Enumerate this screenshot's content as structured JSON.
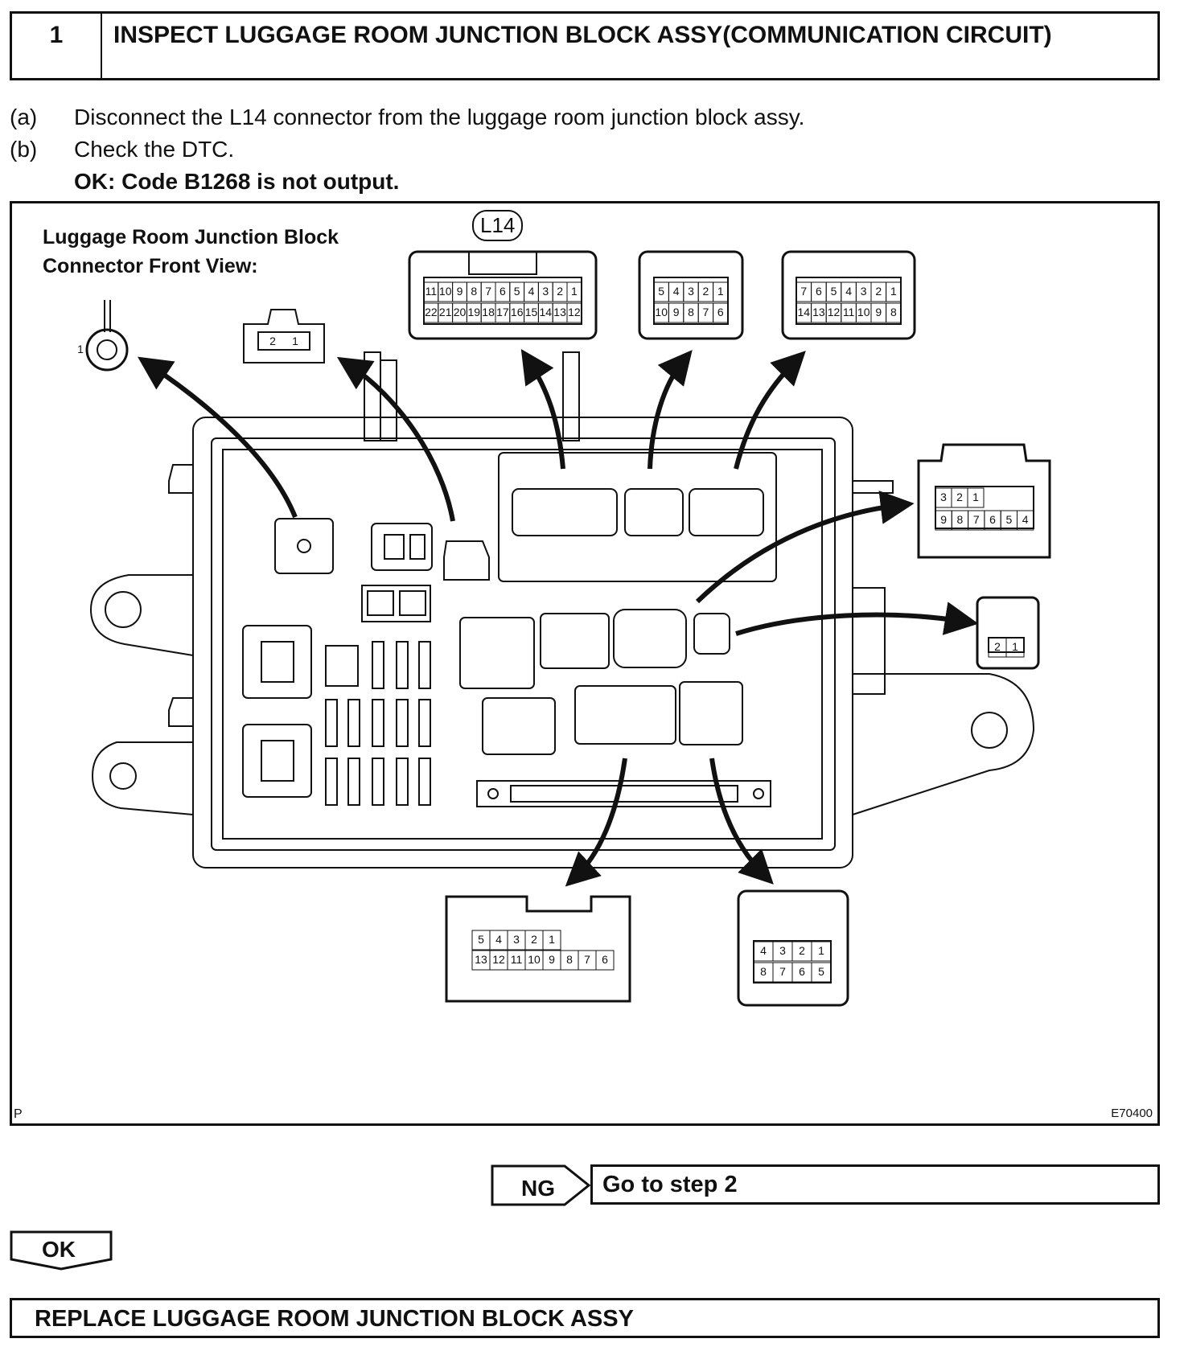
{
  "step": {
    "number": "1",
    "title": "INSPECT LUGGAGE ROOM JUNCTION BLOCK ASSY(COMMUNICATION CIRCUIT)"
  },
  "instructions": [
    {
      "label": "(a)",
      "text": "Disconnect the L14 connector from the luggage room junction block assy."
    },
    {
      "label": "(b)",
      "text": "Check the DTC."
    }
  ],
  "ok_condition": "OK: Code B1268 is not output.",
  "figure": {
    "caption_line1": "Luggage Room Junction Block",
    "caption_line2": "Connector Front View:",
    "connector_id": "L14",
    "corner_mark": "P",
    "figure_code": "E70400",
    "pin_labels": {
      "ground": "1",
      "c2": [
        "2",
        "1"
      ],
      "l14_row1": [
        "11",
        "10",
        "9",
        "8",
        "7",
        "6",
        "5",
        "4",
        "3",
        "2",
        "1"
      ],
      "l14_row2": [
        "22",
        "21",
        "20",
        "19",
        "18",
        "17",
        "16",
        "15",
        "14",
        "13",
        "12"
      ],
      "c10_row1": [
        "5",
        "4",
        "3",
        "2",
        "1"
      ],
      "c10_row2": [
        "10",
        "9",
        "8",
        "7",
        "6"
      ],
      "c14_row1": [
        "7",
        "6",
        "5",
        "4",
        "3",
        "2",
        "1"
      ],
      "c14_row2": [
        "14",
        "13",
        "12",
        "11",
        "10",
        "9",
        "8"
      ],
      "c9_row1": [
        "3",
        "2",
        "1"
      ],
      "c9_row2": [
        "9",
        "8",
        "7",
        "6",
        "5",
        "4"
      ],
      "c2b": [
        "2",
        "1"
      ],
      "c13_row1": [
        "5",
        "4",
        "3",
        "2",
        "1"
      ],
      "c13_row2": [
        "13",
        "12",
        "11",
        "10",
        "9",
        "8",
        "7",
        "6"
      ],
      "c8_row1": [
        "4",
        "3",
        "2",
        "1"
      ],
      "c8_row2": [
        "8",
        "7",
        "6",
        "5"
      ]
    }
  },
  "ng_result": {
    "label": "NG",
    "action": "Go to step 2"
  },
  "ok_result": {
    "label": "OK"
  },
  "final_action": "REPLACE LUGGAGE ROOM JUNCTION BLOCK ASSY"
}
